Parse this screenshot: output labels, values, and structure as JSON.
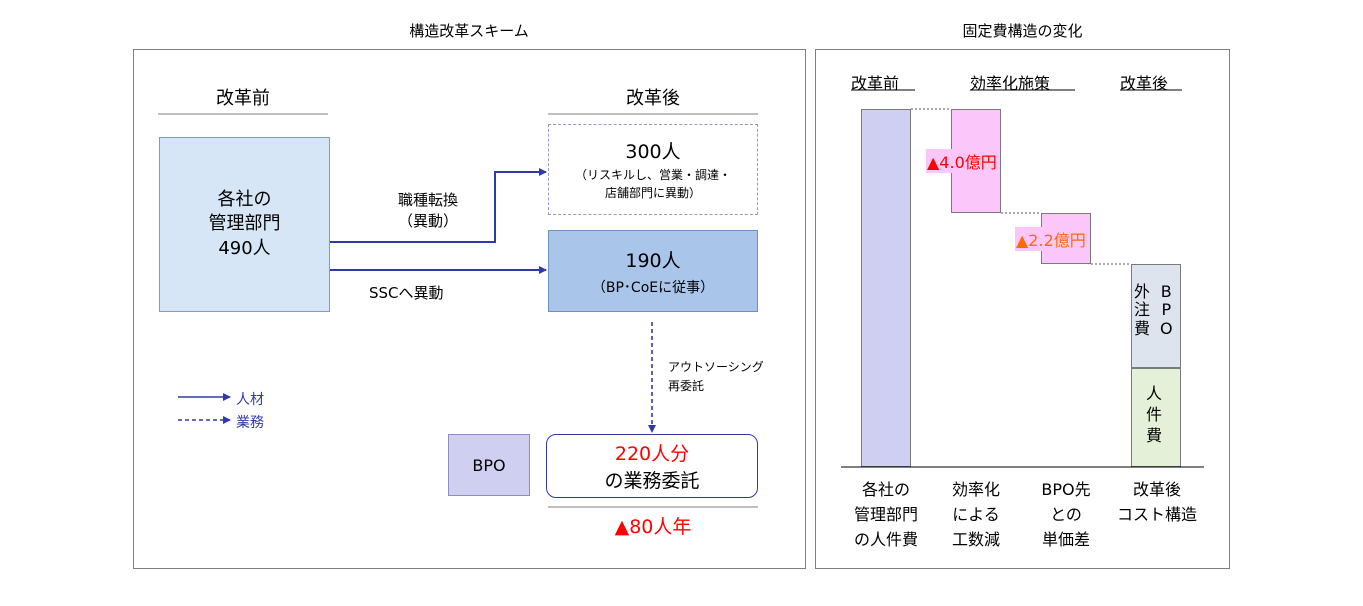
{
  "left": {
    "title": "構造改革スキーム",
    "before_header": "改革前",
    "after_header": "改革後",
    "source_box": [
      "各社の",
      "管理部門",
      "490人"
    ],
    "arrow_upper_label": [
      "職種転換",
      "（異動）"
    ],
    "arrow_lower_label": "SSCへ異動",
    "box_300": {
      "line1": "300人",
      "line2": "（リスキルし、営業・調達・",
      "line3": "店舗部門に異動）"
    },
    "box_190": {
      "line1": "190人",
      "line2": "（BP･CoEに従事）"
    },
    "outsourcing_label": [
      "アウトソーシング",
      "再委託"
    ],
    "legend": [
      {
        "label": "人材",
        "style": "solid"
      },
      {
        "label": "業務",
        "style": "dashed"
      }
    ],
    "bpo_label": "BPO",
    "box_220": {
      "line1": "220人分",
      "line2": "の業務委託"
    },
    "reduction": "▲80人年"
  },
  "right": {
    "title": "固定費構造の変化",
    "headers": [
      "改革前",
      "効率化施策",
      "改革後"
    ],
    "saving1": "▲4.0億円",
    "saving2": "▲2.2億円",
    "bar_bpo_label": [
      "外",
      "注",
      "費"
    ],
    "bar_bpo_sub": [
      "B",
      "P",
      "O"
    ],
    "bar_personnel_label": [
      "人",
      "件",
      "費"
    ],
    "x_labels": [
      [
        "各社の",
        "管理部門",
        "の人件費"
      ],
      [
        "効率化",
        "による",
        "工数減"
      ],
      [
        "BPO先",
        "との",
        "単価差"
      ],
      [
        "改革後",
        "コスト構造"
      ]
    ],
    "colors": {
      "lavender": "#cfcff2",
      "pink": "#fbc7fb",
      "bpo_gray": "#dee4ee",
      "personnel_green": "#e4f0d8",
      "source_blue": "#d6e6f7",
      "box190_blue": "#a9c6ea",
      "arrow_blue": "#2e3aa8"
    }
  }
}
